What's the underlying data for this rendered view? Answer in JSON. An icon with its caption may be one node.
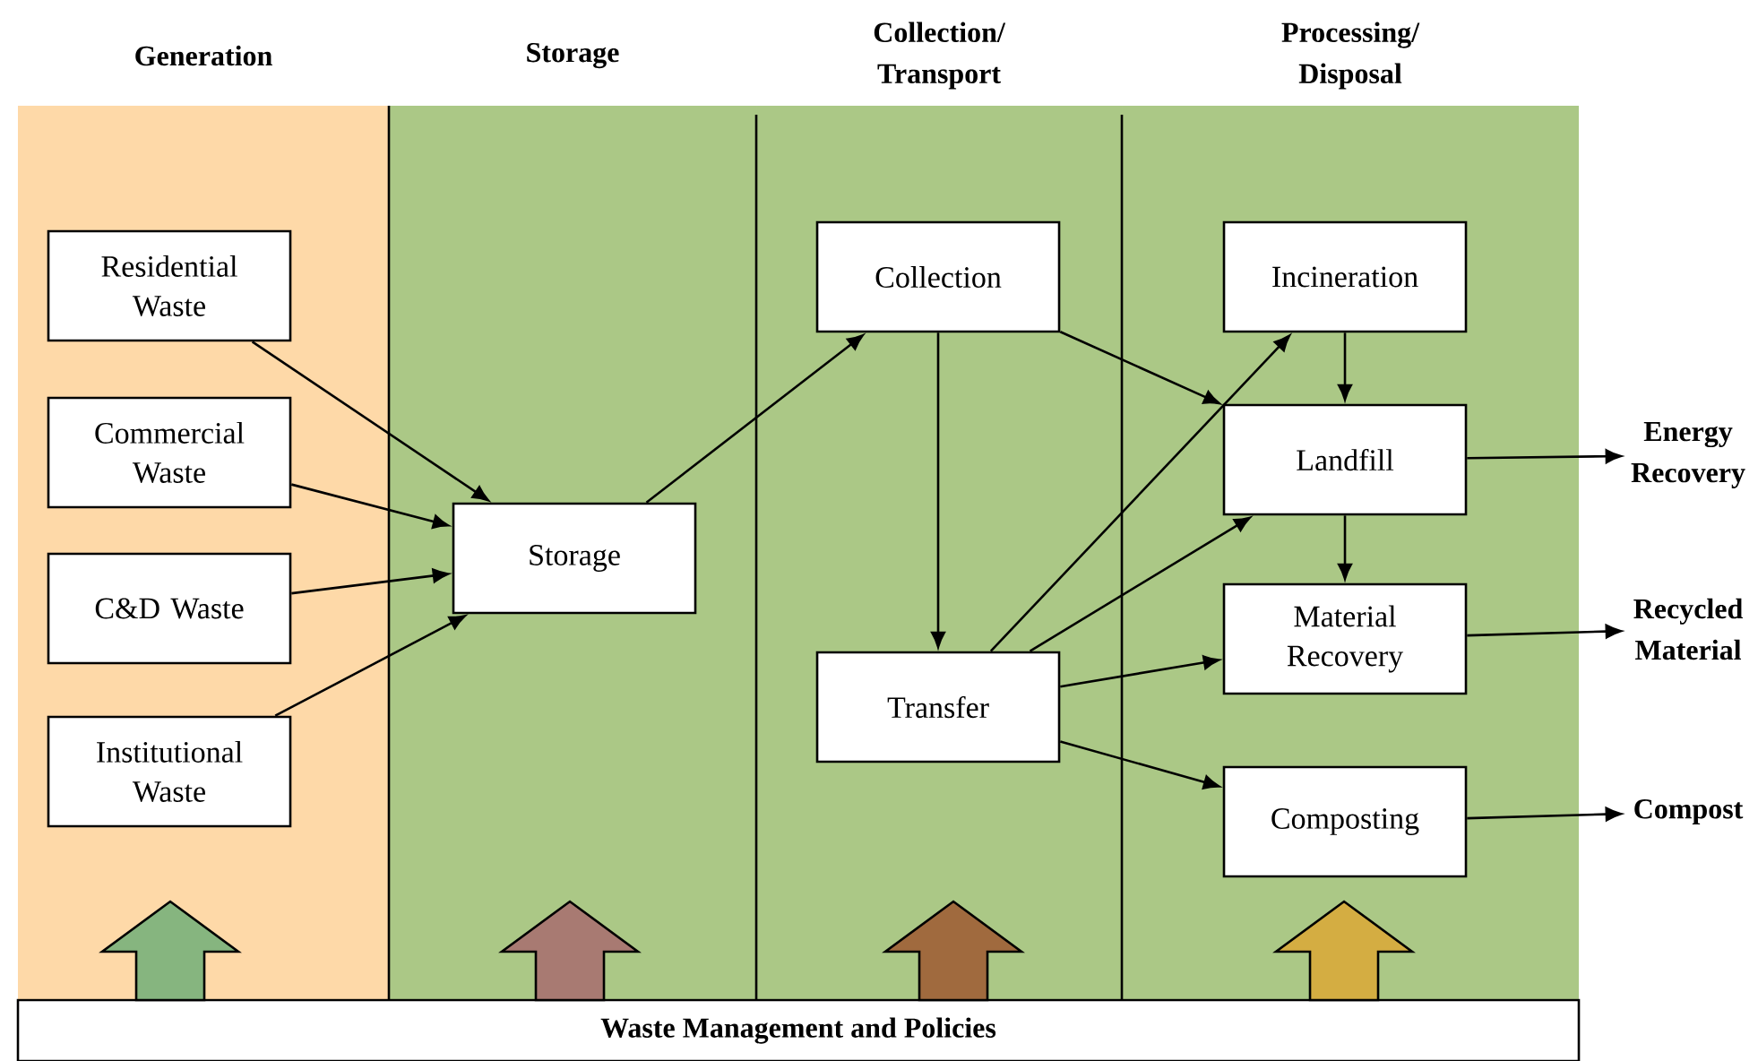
{
  "diagram": {
    "nodes": [
      {
        "text": [
          "Generation"
        ]
      },
      {
        "text": [
          "Storage"
        ]
      },
      {
        "text": [
          "Collection/ Transport"
        ]
      },
      {
        "text": [
          "Processing/ Disposal"
        ]
      },
      {
        "text": [
          "Residential Waste"
        ],
        "in": 0
      },
      {
        "text": [
          "Commercial Waste"
        ],
        "in": 0
      },
      {
        "text": [
          "C&D Waste"
        ],
        "in": 0
      },
      {
        "text": [
          "Institutional Waste"
        ],
        "in": 0
      },
      {
        "text": [
          "Storage"
        ],
        "in": 1
      },
      {
        "text": [
          "Collection"
        ],
        "in": 2
      },
      {
        "text": [
          "Transfer"
        ],
        "in": 2
      },
      {
        "text": [
          "Incineration"
        ],
        "in": 3
      },
      {
        "text": [
          "Landfill"
        ],
        "in": 3
      },
      {
        "text": [
          "Material Recovery"
        ],
        "in": 3
      },
      {
        "text": [
          "Composting"
        ],
        "in": 3
      },
      {
        "text": [
          "Energy Recovery"
        ]
      },
      {
        "text": [
          "Recycled Material"
        ]
      },
      {
        "text": [
          "Compost"
        ]
      },
      {
        "text": [
          "Waste Management and Policies"
        ]
      }
    ],
    "edges": [
      {
        "from": 4,
        "to": 8,
        "arrow": "to"
      },
      {
        "from": 5,
        "to": 8,
        "arrow": "to"
      },
      {
        "from": 6,
        "to": 8,
        "arrow": "to"
      },
      {
        "from": 7,
        "to": 8,
        "arrow": "to"
      },
      {
        "from": 8,
        "to": 9,
        "arrow": "to"
      },
      {
        "from": 9,
        "to": 10,
        "arrow": "to"
      },
      {
        "from": 9,
        "to": 12,
        "arrow": "to"
      },
      {
        "from": 10,
        "to": 11,
        "arrow": "to"
      },
      {
        "from": 10,
        "to": 12,
        "arrow": "to"
      },
      {
        "from": 10,
        "to": 13,
        "arrow": "to"
      },
      {
        "from": 10,
        "to": 14,
        "arrow": "to"
      },
      {
        "from": 11,
        "to": 12,
        "arrow": "to"
      },
      {
        "from": 12,
        "to": 13,
        "arrow": "to"
      },
      {
        "from": 12,
        "to": 15,
        "arrow": "to"
      },
      {
        "from": 13,
        "to": 16,
        "arrow": "to"
      },
      {
        "from": 14,
        "to": 17,
        "arrow": "to"
      },
      {
        "from": 18,
        "to": 0,
        "arrow": "to",
        "style": "thick",
        "color": "#86b57f"
      },
      {
        "from": 18,
        "to": 1,
        "arrow": "to",
        "style": "thick",
        "color": "#a87a72"
      },
      {
        "from": 18,
        "to": 2,
        "arrow": "to",
        "style": "thick",
        "color": "#a06a3e"
      },
      {
        "from": 18,
        "to": 3,
        "arrow": "to",
        "style": "thick",
        "color": "#d4ad42"
      }
    ]
  }
}
